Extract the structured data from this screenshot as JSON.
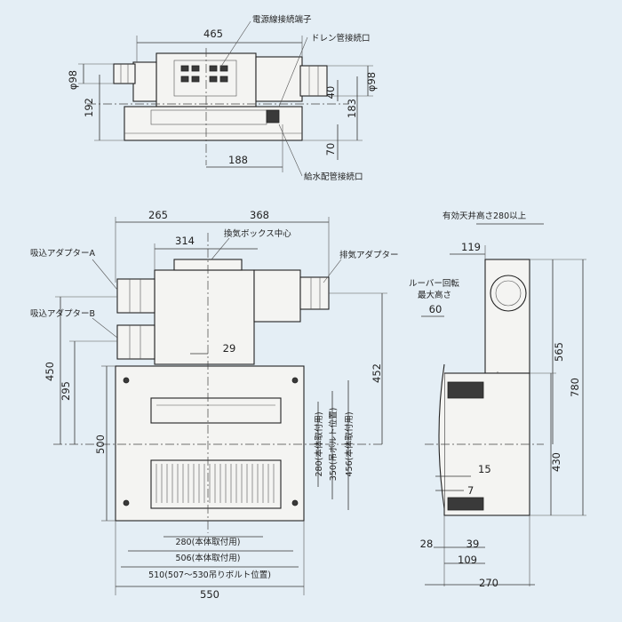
{
  "top_view": {
    "dim_width": "465",
    "dim_duct_dia_left": "φ98",
    "dim_height_left": "192",
    "dim_duct_dia_right": "φ98",
    "dim_40": "40",
    "dim_183": "183",
    "dim_70": "70",
    "dim_188": "188",
    "label_power_terminal": "電源線接続端子",
    "label_drain_port": "ドレン管接続口",
    "label_water_port": "給水配管接続口"
  },
  "front_view": {
    "dim_265": "265",
    "dim_368": "368",
    "dim_314": "314",
    "dim_29": "29",
    "dim_450": "450",
    "dim_295": "295",
    "dim_452": "452",
    "dim_500": "500",
    "dim_280_v": "280(本体取付用)",
    "dim_350_v": "350(吊ボルト位置)",
    "dim_456_v": "456(本体取付用)",
    "dim_280_h": "280(本体取付用)",
    "dim_506_h": "506(本体取付用)",
    "dim_510_h": "510(507～530吊りボルト位置)",
    "dim_550": "550",
    "label_adapter_a": "吸込アダプターA",
    "label_adapter_b": "吸込アダプターB",
    "label_box_center": "換気ボックス中心",
    "label_exhaust_adapter": "排気アダプター"
  },
  "side_view": {
    "label_ceiling": "有効天井高さ280以上",
    "dim_119": "119",
    "label_louver_line1": "ルーバー回転",
    "label_louver_line2": "最大高さ",
    "dim_60": "60",
    "dim_565": "565",
    "dim_780": "780",
    "dim_430": "430",
    "dim_15": "15",
    "dim_7": "7",
    "dim_28": "28",
    "dim_39": "39",
    "dim_109": "109",
    "dim_270": "270"
  }
}
